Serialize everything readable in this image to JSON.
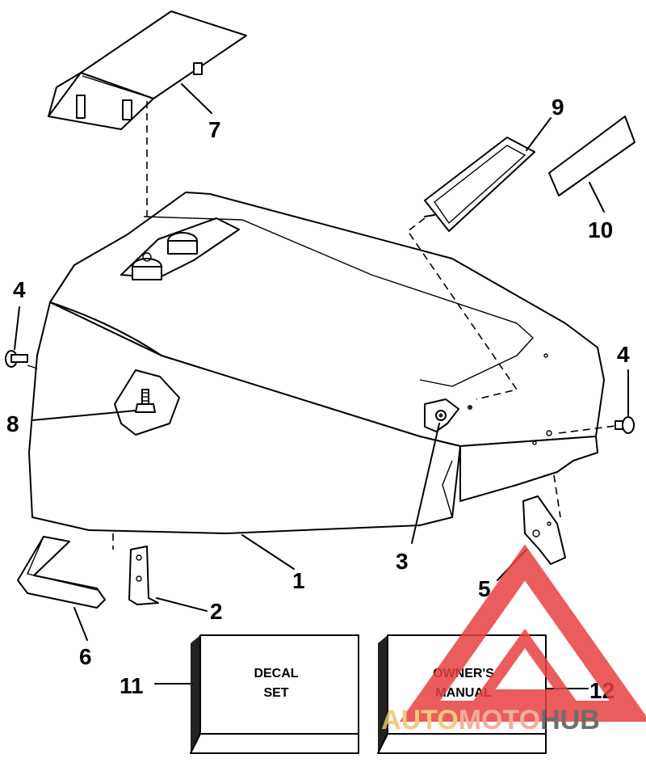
{
  "callouts": {
    "c1": "1",
    "c2": "2",
    "c3": "3",
    "c4a": "4",
    "c4b": "4",
    "c5": "5",
    "c6": "6",
    "c7": "7",
    "c8": "8",
    "c9": "9",
    "c10": "10",
    "c11": "11",
    "c12": "12"
  },
  "boxes": {
    "decal": {
      "line1": "DECAL",
      "line2": "SET"
    },
    "manual": {
      "line1": "OWNER'S",
      "line2": "MANUAL"
    }
  },
  "watermark": {
    "part1": "AUTO",
    "part2": "MOTO",
    "part3": "HUB",
    "colors": {
      "auto": "#f4c06a",
      "moto": "#f2a08a",
      "hub": "#555555",
      "triangle": "#e84040"
    }
  }
}
